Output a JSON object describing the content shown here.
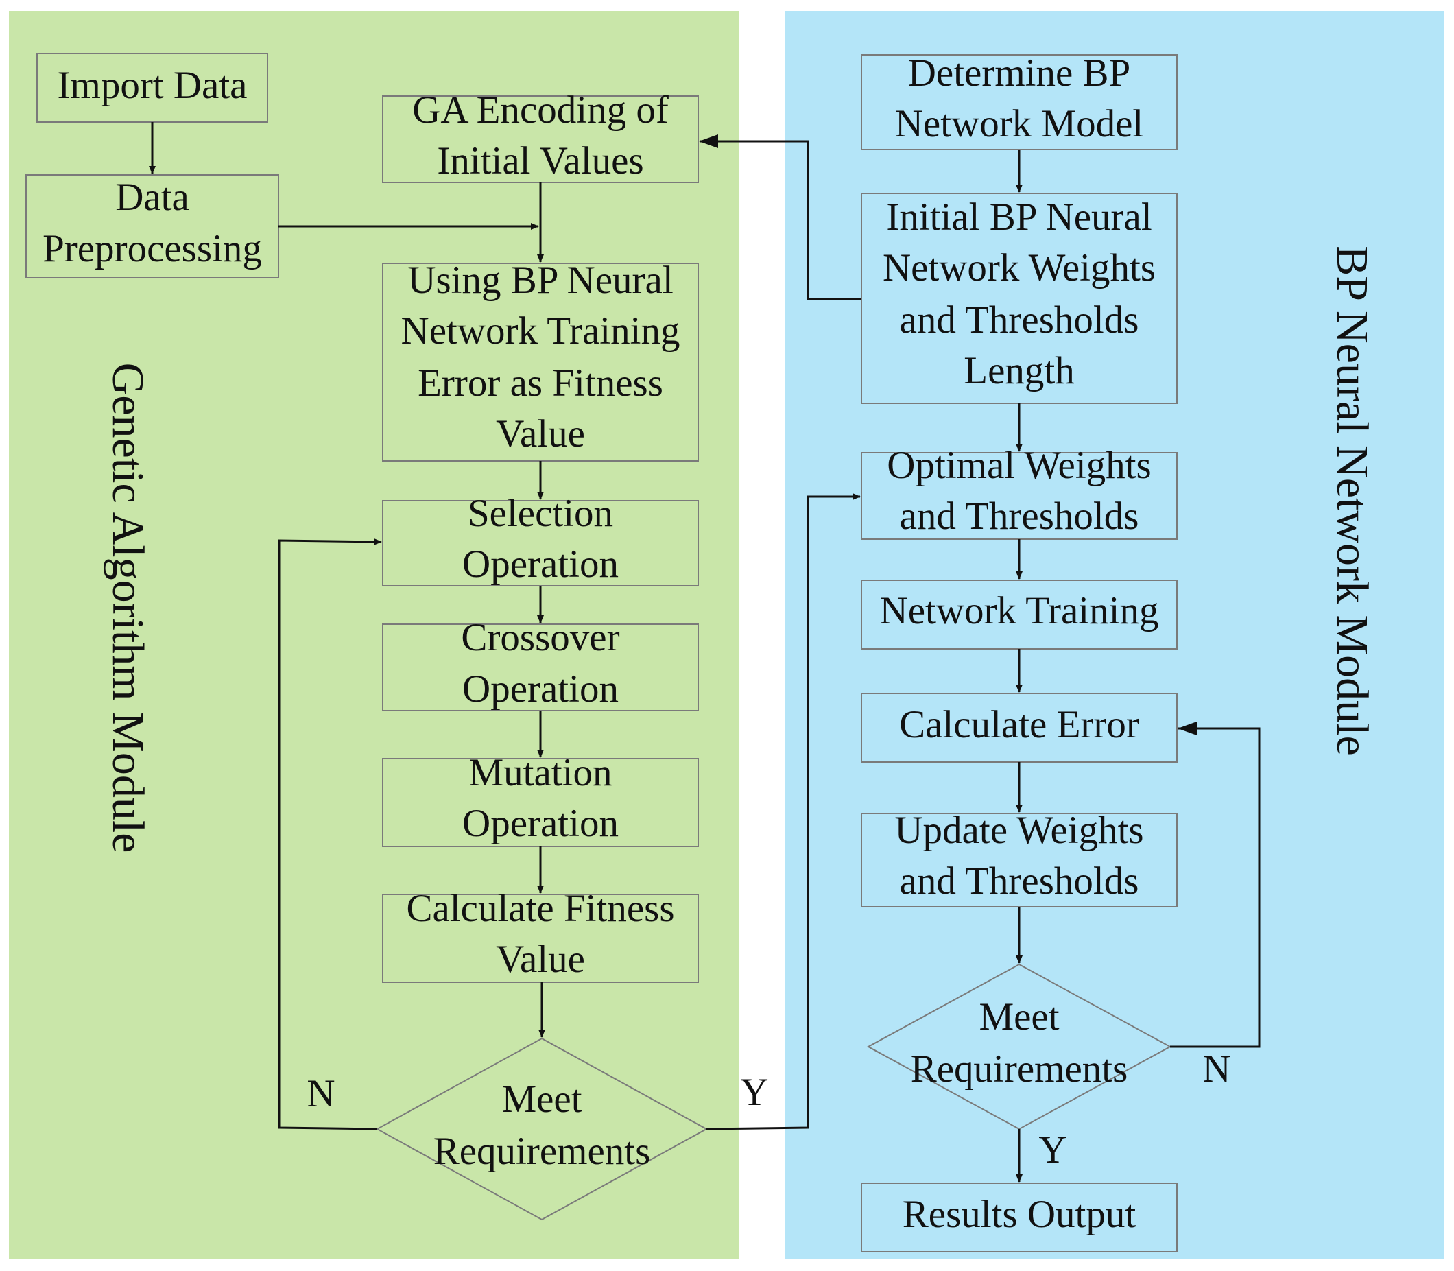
{
  "panels": {
    "left": {
      "title": "Genetic Algorithm Module",
      "fill": "#c9e6a9"
    },
    "right": {
      "title": "BP Neural Network Module",
      "fill": "#b4e5f8"
    }
  },
  "nodes": {
    "import_data": [
      "Import Data"
    ],
    "data_preprocessing": [
      "Data",
      "Preprocessing"
    ],
    "ga_encoding": [
      "GA Encoding of",
      "Initial Values"
    ],
    "fitness_value": [
      "Using BP Neural",
      "Network Training",
      "Error as Fitness",
      "Value"
    ],
    "selection": [
      "Selection",
      "Operation"
    ],
    "crossover": [
      "Crossover",
      "Operation"
    ],
    "mutation": [
      "Mutation",
      "Operation"
    ],
    "calc_fitness": [
      "Calculate Fitness",
      "Value"
    ],
    "ga_decision": [
      "Meet",
      "Requirements"
    ],
    "determine_bp": [
      "Determine BP",
      "Network Model"
    ],
    "initial_bp": [
      "Initial BP Neural",
      "Network Weights",
      "and Thresholds",
      "Length"
    ],
    "optimal_weights": [
      "Optimal Weights",
      "and Thresholds"
    ],
    "network_training": [
      "Network Training"
    ],
    "calc_error": [
      "Calculate Error"
    ],
    "update_weights": [
      "Update Weights",
      "and Thresholds"
    ],
    "bp_decision": [
      "Meet",
      "Requirements"
    ],
    "results_output": [
      "Results Output"
    ]
  },
  "edge_labels": {
    "ga_no": "N",
    "ga_yes": "Y",
    "bp_no": "N",
    "bp_yes": "Y"
  }
}
